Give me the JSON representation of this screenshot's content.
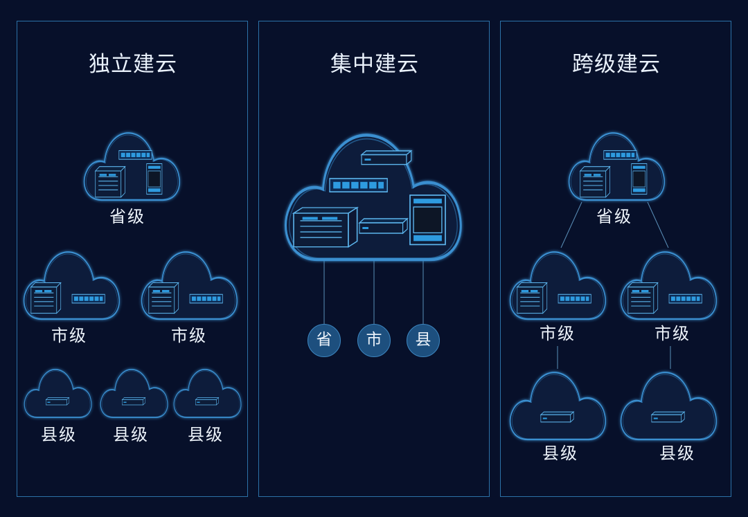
{
  "panels": [
    {
      "title": "独立建云",
      "labels": {
        "province": "省级",
        "city_left": "市级",
        "city_right": "市级",
        "county_1": "县级",
        "county_2": "县级",
        "county_3": "县级"
      }
    },
    {
      "title": "集中建云",
      "nodes": [
        "省",
        "市",
        "县"
      ]
    },
    {
      "title": "跨级建云",
      "labels": {
        "province": "省级",
        "city_left": "市级",
        "city_right": "市级",
        "county_left": "县级",
        "county_right": "县级"
      }
    }
  ],
  "colors": {
    "background": "#07102a",
    "border": "#2c72a8",
    "cloud_stroke": "#3a8fd0",
    "device_accent": "#2f9be0",
    "node_fill": "#1d4f7e"
  },
  "icons": [
    "cloud-icon",
    "server-rack-icon",
    "storage-chassis-icon",
    "switch-icon",
    "appliance-icon"
  ]
}
